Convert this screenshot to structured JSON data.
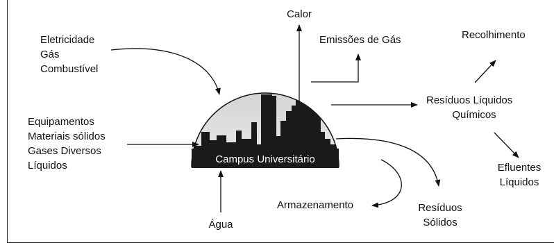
{
  "diagram": {
    "center": "Campus Universitário",
    "inputs": {
      "energy": [
        "Eletricidade",
        "Gás",
        "Combustível"
      ],
      "materials": [
        "Equipamentos",
        "Materiais sólidos",
        "Gases Diversos",
        "Líquidos"
      ],
      "water": "Água"
    },
    "outputs": {
      "heat": "Calor",
      "gas_emissions": "Emissões de Gás",
      "chemical_liquid_waste": [
        "Resíduos Líquidos",
        "Químicos"
      ],
      "collection": "Recolhimento",
      "liquid_effluents": [
        "Efluentes",
        "Líquidos"
      ],
      "solid_waste": [
        "Resíduos",
        "Sólidos"
      ],
      "storage": "Armazenamento"
    }
  }
}
